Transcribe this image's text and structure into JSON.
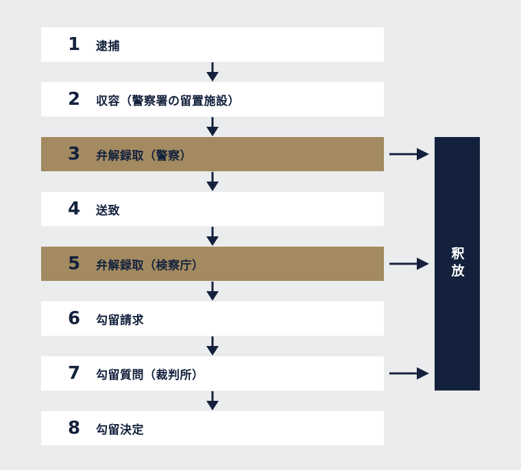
{
  "steps": [
    {
      "number": "1",
      "label": "逮捕",
      "highlighted": false
    },
    {
      "number": "2",
      "label": "収容（警察署の留置施設）",
      "highlighted": false
    },
    {
      "number": "3",
      "label": "弁解録取（警察）",
      "highlighted": true
    },
    {
      "number": "4",
      "label": "送致",
      "highlighted": false
    },
    {
      "number": "5",
      "label": "弁解録取（検察庁）",
      "highlighted": true
    },
    {
      "number": "6",
      "label": "勾留請求",
      "highlighted": false
    },
    {
      "number": "7",
      "label": "勾留質問（裁判所）",
      "highlighted": false
    },
    {
      "number": "8",
      "label": "勾留決定",
      "highlighted": false
    }
  ],
  "release": {
    "label": "釈放"
  },
  "colors": {
    "background": "#ebecee",
    "box": "#ffffff",
    "highlight": "#a38a61",
    "navy": "#13213c"
  }
}
